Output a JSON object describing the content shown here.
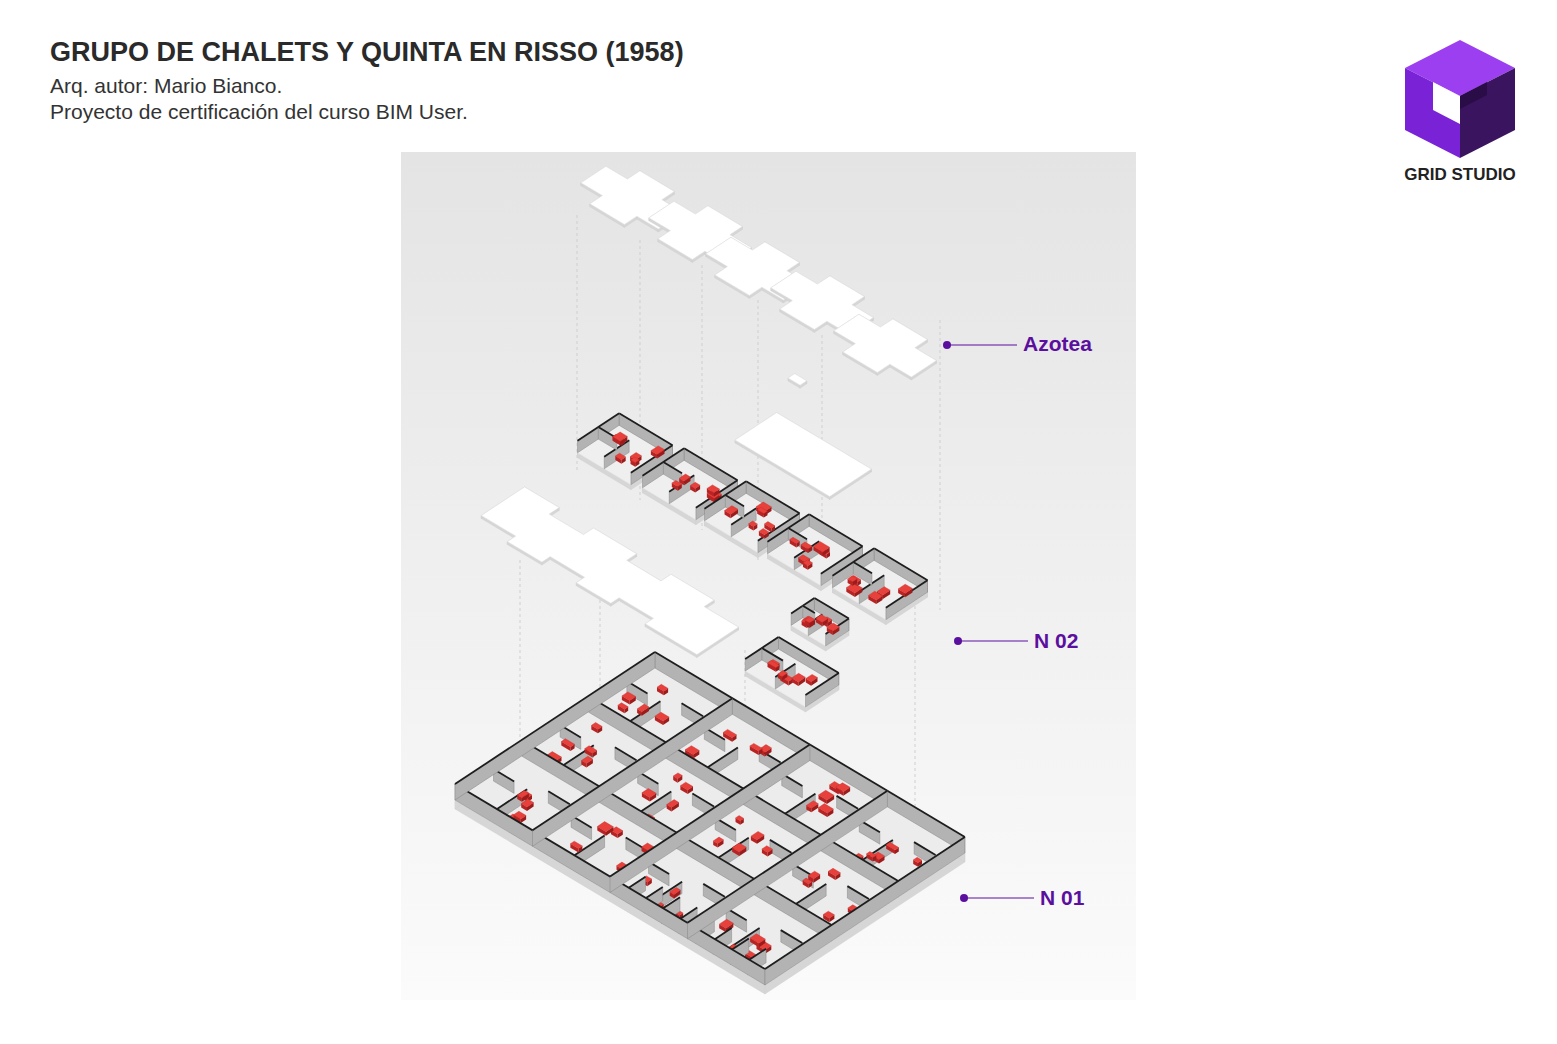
{
  "diagram": {
    "title": "GRUPO DE CHALETS Y QUINTA EN RISSO (1958)",
    "labels": [
      "Arq. autor: Mario Bianco.",
      "Proyecto de certificación del curso BIM User.",
      "GRID STUDIO",
      "Azotea",
      "N 02",
      "N 01"
    ]
  }
}
